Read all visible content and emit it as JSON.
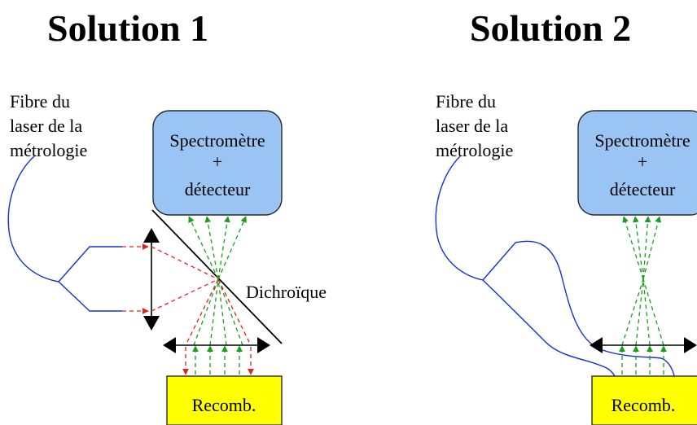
{
  "solution1": {
    "title": "Solution 1",
    "fibre_label": [
      "Fibre du",
      "laser de la",
      "métrologie"
    ],
    "box_label": [
      "Spectromètre",
      "+",
      "détecteur"
    ],
    "dichroic_label": "Dichroïque",
    "recomb_label": "Recomb."
  },
  "solution2": {
    "title": "Solution 2",
    "fibre_label": [
      "Fibre du",
      "laser de la",
      "métrologie"
    ],
    "box_label": [
      "Spectromètre",
      "+",
      "détecteur"
    ],
    "recomb_label": "Recomb."
  },
  "colors": {
    "spectrometer_fill": "#99c4f4",
    "recomb_fill": "#ffff00",
    "fibre": "#1530d8",
    "beam_red": "#e8201a",
    "beam_green": "#1a9e1a"
  }
}
